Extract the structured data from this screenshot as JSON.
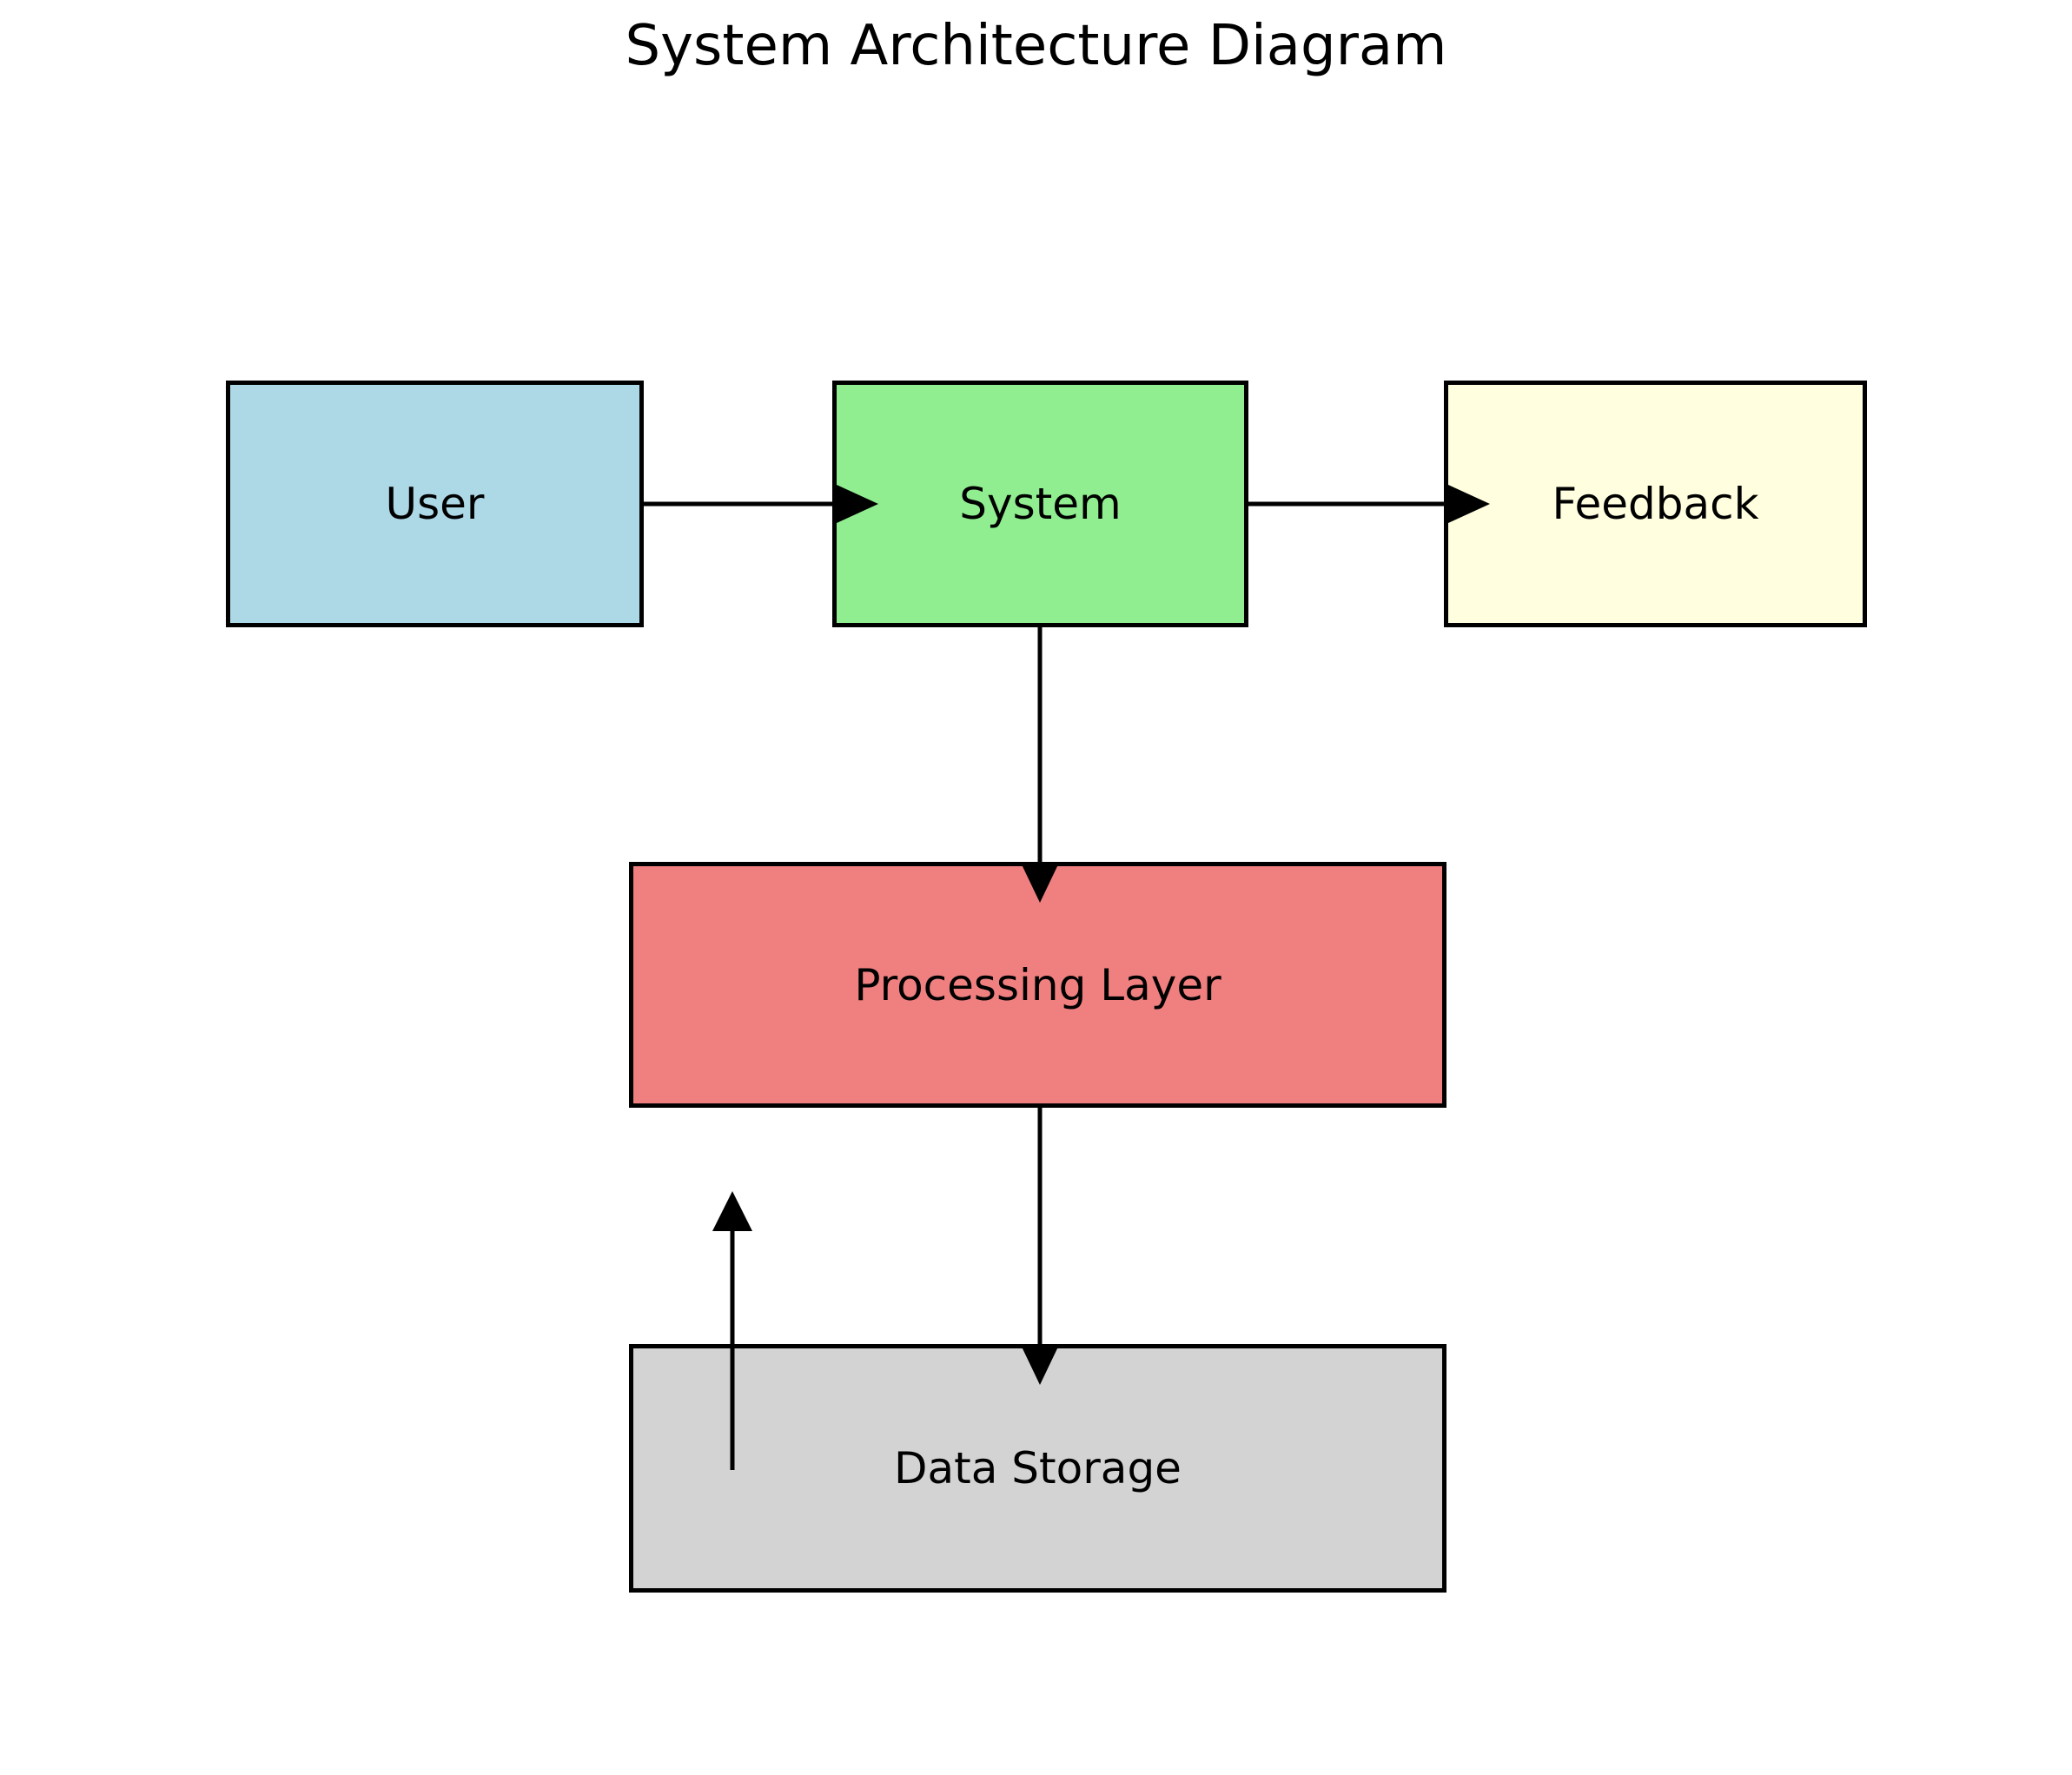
{
  "title": "System Architecture Diagram",
  "colors": {
    "background": "#FFFFFF",
    "line": "#000000",
    "text": "#000000"
  },
  "nodes": {
    "user": {
      "label": "User",
      "fill": "#ADD8E6"
    },
    "system": {
      "label": "System",
      "fill": "#90EE90"
    },
    "feedback": {
      "label": "Feedback",
      "fill": "#FFFFE0"
    },
    "processing": {
      "label": "Processing Layer",
      "fill": "#F08080"
    },
    "storage": {
      "label": "Data Storage",
      "fill": "#D3D3D3"
    }
  },
  "edges": [
    {
      "from": "User",
      "to": "System",
      "direction": "right"
    },
    {
      "from": "System",
      "to": "Feedback",
      "direction": "right"
    },
    {
      "from": "System",
      "to": "Processing Layer",
      "direction": "down"
    },
    {
      "from": "Processing Layer",
      "to": "Data Storage",
      "direction": "down"
    },
    {
      "from": "Data Storage",
      "to": "Processing Layer",
      "direction": "up"
    }
  ]
}
